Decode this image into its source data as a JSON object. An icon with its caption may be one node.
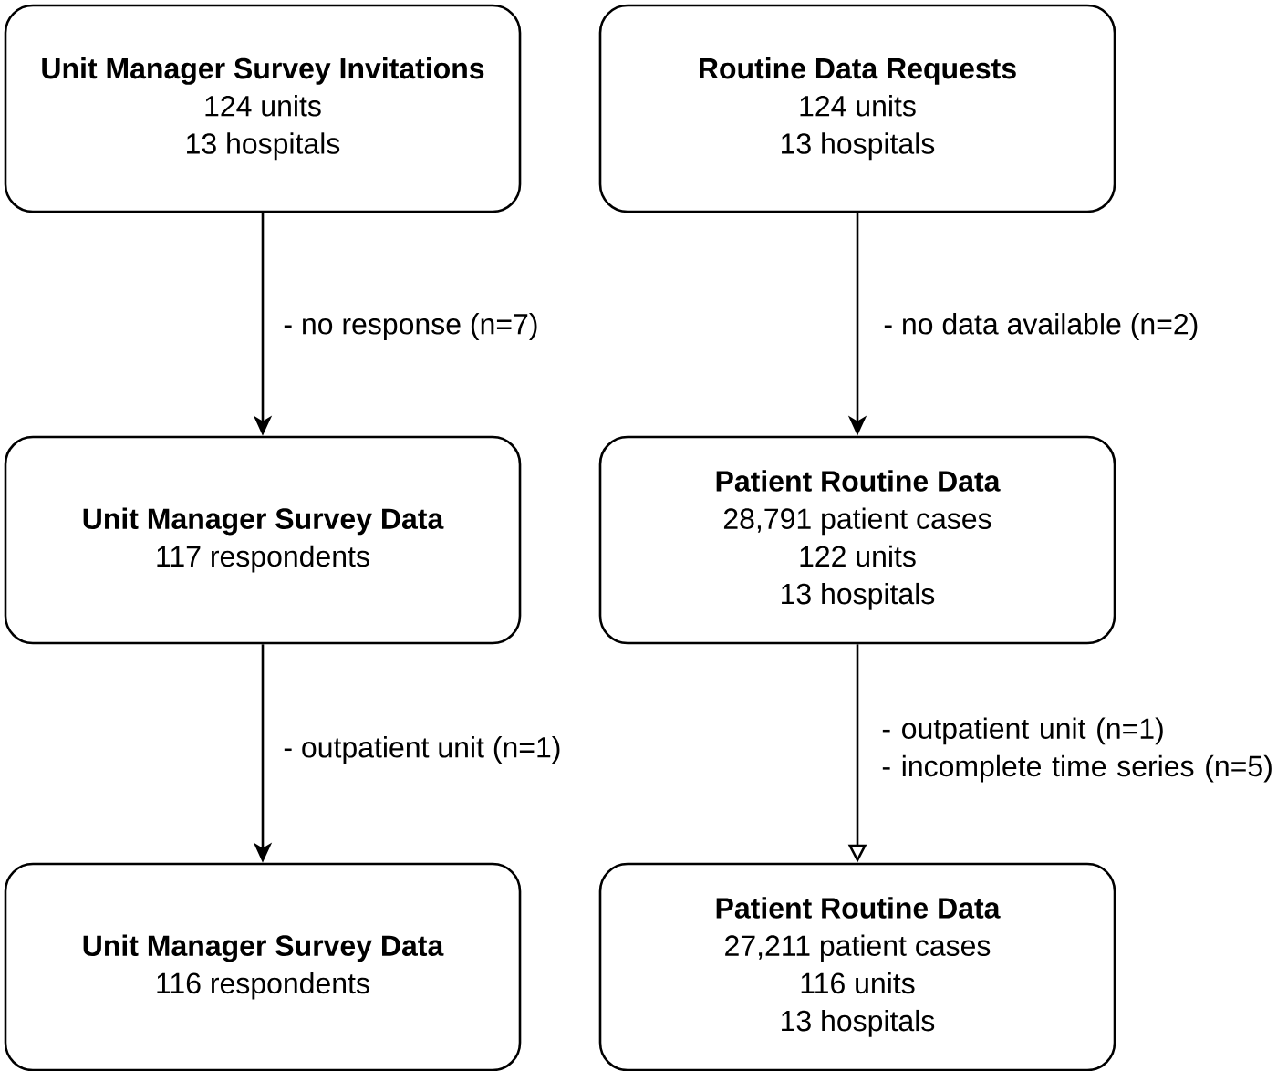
{
  "diagram": {
    "nodes": [
      {
        "text": [
          "Unit Manager Survey Invitations",
          "124 units",
          "13 hospitals"
        ]
      },
      {
        "text": [
          "Routine Data Requests",
          "124 units",
          "13 hospitals"
        ]
      },
      {
        "text": [
          "Unit Manager Survey Data",
          "117 respondents"
        ]
      },
      {
        "text": [
          "Patient Routine Data",
          "28,791 patient cases",
          "122 units",
          "13 hospitals"
        ]
      },
      {
        "text": [
          "Unit Manager Survey Data",
          "116 respondents"
        ]
      },
      {
        "text": [
          "Patient Routine Data",
          "27,211 patient cases",
          "116 units",
          "13 hospitals"
        ]
      }
    ],
    "edges": [
      {
        "from": 0,
        "to": 2,
        "arrow": "to",
        "label": "- no response (n=7)"
      },
      {
        "from": 1,
        "to": 3,
        "arrow": "to",
        "label": "- no data available (n=2)"
      },
      {
        "from": 2,
        "to": 4,
        "arrow": "to",
        "label": "- outpatient unit (n=1)"
      },
      {
        "from": 3,
        "to": 5,
        "arrow": "to",
        "label": "- outpatient unit (n=1) - incomplete time series (n=5)"
      }
    ]
  }
}
